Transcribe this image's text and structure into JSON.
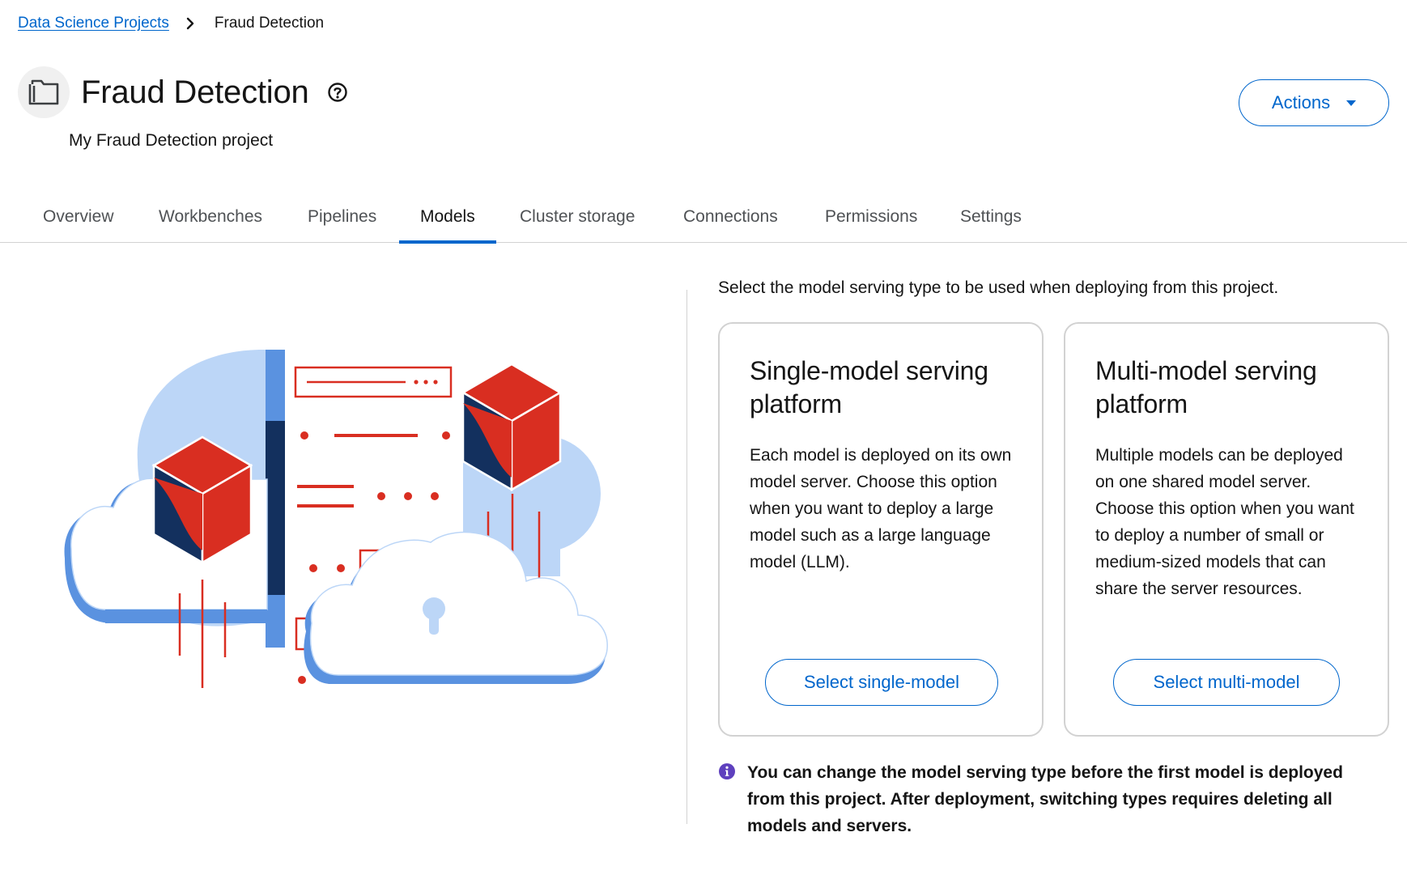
{
  "breadcrumb": {
    "parent": "Data Science Projects",
    "current": "Fraud Detection"
  },
  "project": {
    "title": "Fraud Detection",
    "description": "My Fraud Detection project"
  },
  "actions": {
    "label": "Actions"
  },
  "tabs": [
    {
      "label": "Overview"
    },
    {
      "label": "Workbenches"
    },
    {
      "label": "Pipelines"
    },
    {
      "label": "Models",
      "active": true
    },
    {
      "label": "Cluster storage"
    },
    {
      "label": "Connections"
    },
    {
      "label": "Permissions"
    },
    {
      "label": "Settings"
    }
  ],
  "models": {
    "intro": "Select the model serving type to be used when deploying from this project.",
    "single": {
      "title": "Single-model serving platform",
      "description": "Each model is deployed on its own model server. Choose this option when you want to deploy a large model such as a large language model (LLM).",
      "button": "Select single-model"
    },
    "multi": {
      "title": "Multi-model serving platform",
      "description": "Multiple models can be deployed on one shared model server. Choose this option when you want to deploy a number of small or medium-sized models that can share the server resources.",
      "button": "Select multi-model"
    },
    "info": "You can change the model serving type before the first model is deployed from this project. After deployment, switching types requires deleting all models and servers."
  },
  "colors": {
    "link": "#0066cc",
    "illustration_red": "#d92e21",
    "illustration_navy": "#13305e",
    "illustration_blue": "#5a92e0",
    "illustration_light_blue": "#bcd6f7",
    "info_purple": "#5e40be"
  },
  "icons": {
    "project": "folder-icon",
    "help": "question-circle-icon",
    "breadcrumb_separator": "chevron-right-icon",
    "info": "info-circle-icon",
    "actions_caret": "caret-down-icon"
  }
}
